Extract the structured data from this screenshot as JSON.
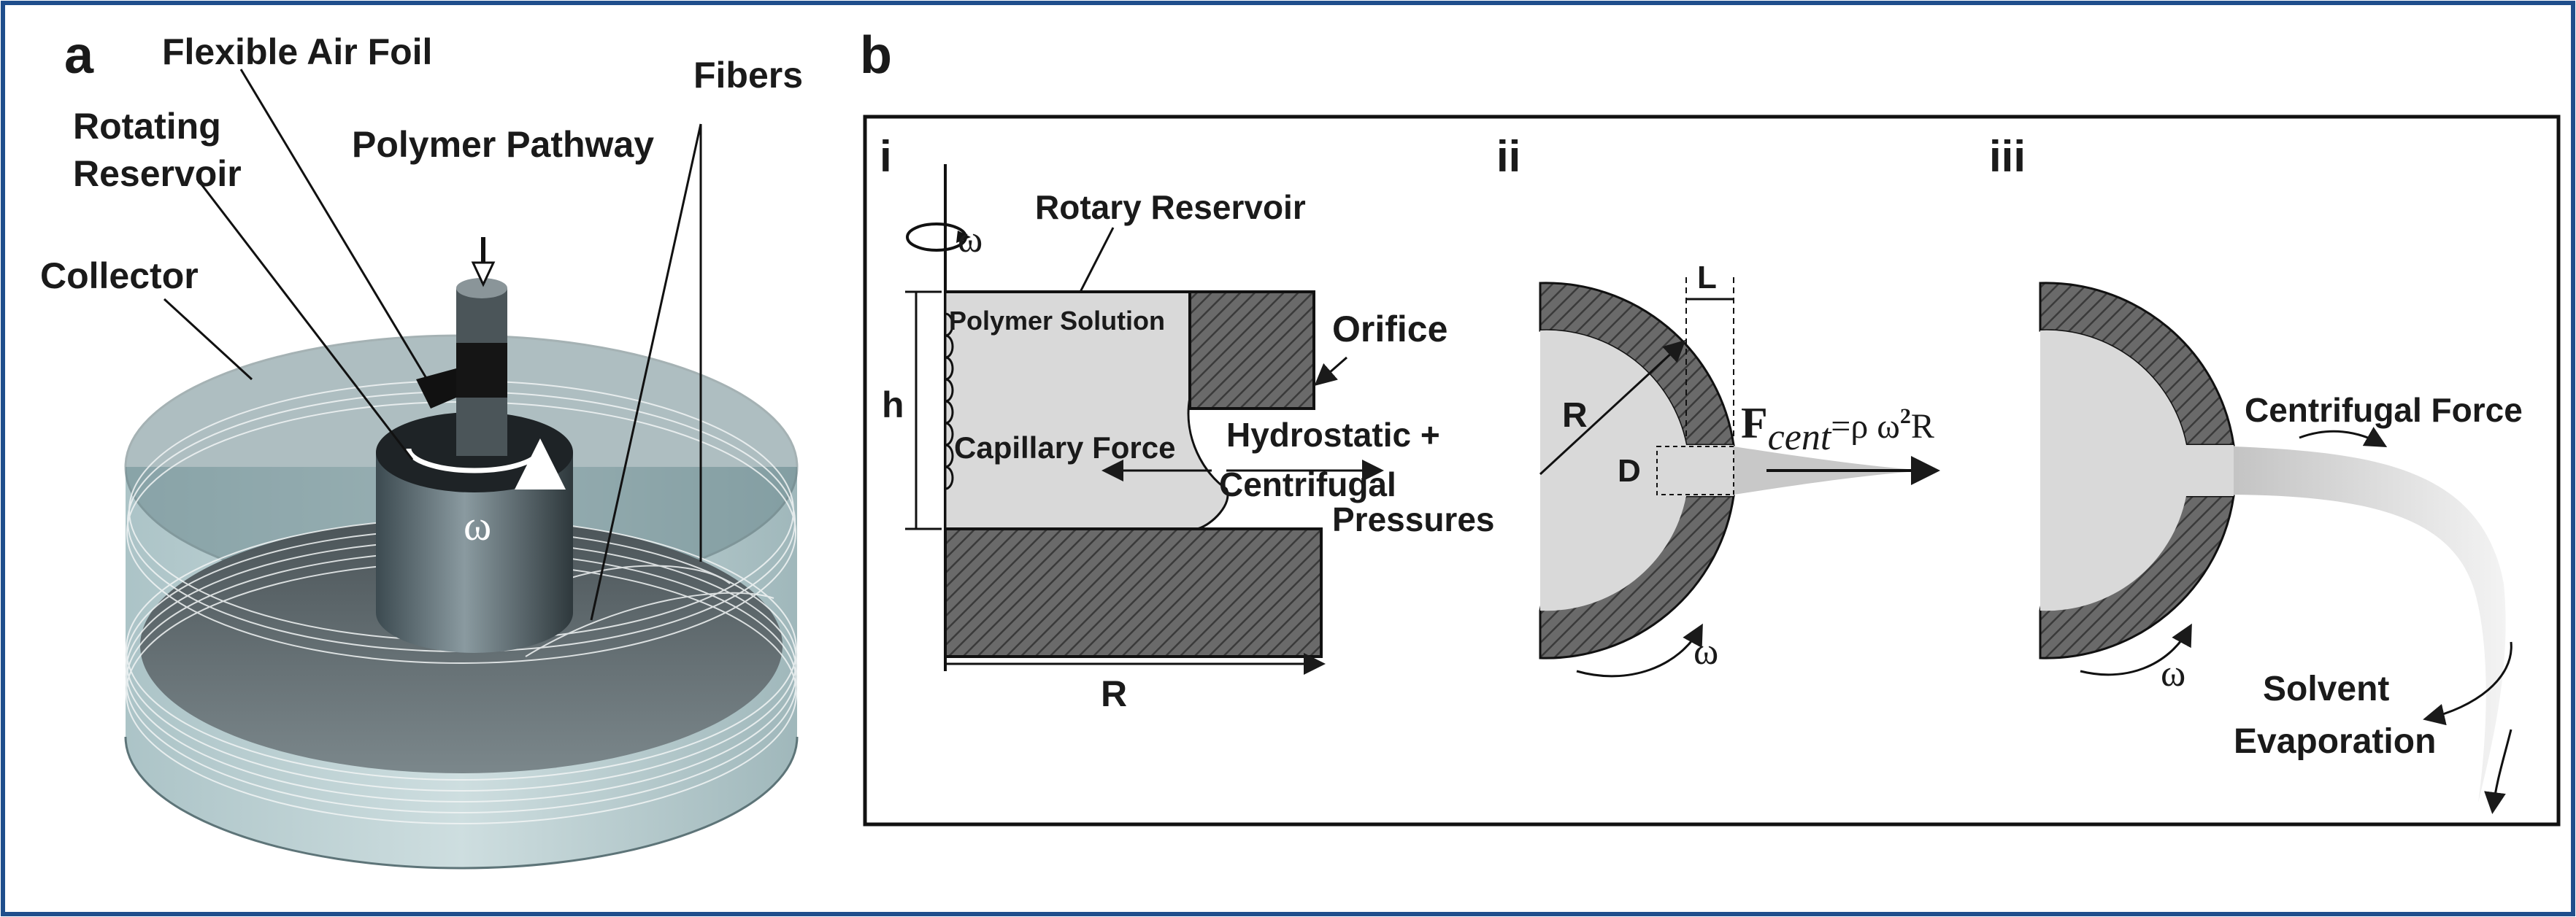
{
  "panel_a": {
    "letter": "a",
    "labels": {
      "flexible_air_foil": "Flexible Air Foil",
      "rotating": "Rotating",
      "reservoir": "Reservoir",
      "polymer_pathway": "Polymer Pathway",
      "fibers": "Fibers",
      "collector": "Collector",
      "omega": "ω"
    }
  },
  "panel_b": {
    "letter": "b",
    "sub_i": {
      "numeral": "i",
      "omega": "ω",
      "rotary_reservoir": "Rotary Reservoir",
      "polymer_solution": "Polymer Solution",
      "orifice": "Orifice",
      "h": "h",
      "capillary_force": "Capillary Force",
      "hydrostatic": "Hydrostatic +",
      "centrifugal": "Centrifugal",
      "pressures": "Pressures",
      "R": "R"
    },
    "sub_ii": {
      "numeral": "ii",
      "L": "L",
      "R": "R",
      "D": "D",
      "F": "F",
      "cent": "cent",
      "eq_rhs": "=ρ ω",
      "sup2": "2",
      "R_tail": "R",
      "omega": "ω"
    },
    "sub_iii": {
      "numeral": "iii",
      "centrifugal_force": "Centrifugal Force",
      "omega": "ω",
      "solvent": "Solvent",
      "evaporation": "Evaporation"
    }
  },
  "colors": {
    "frame_border": "#1f4e8c",
    "hatch_fill": "#555555",
    "solution": "#d9d9d9",
    "collector_glass": "#8fb3b8"
  }
}
